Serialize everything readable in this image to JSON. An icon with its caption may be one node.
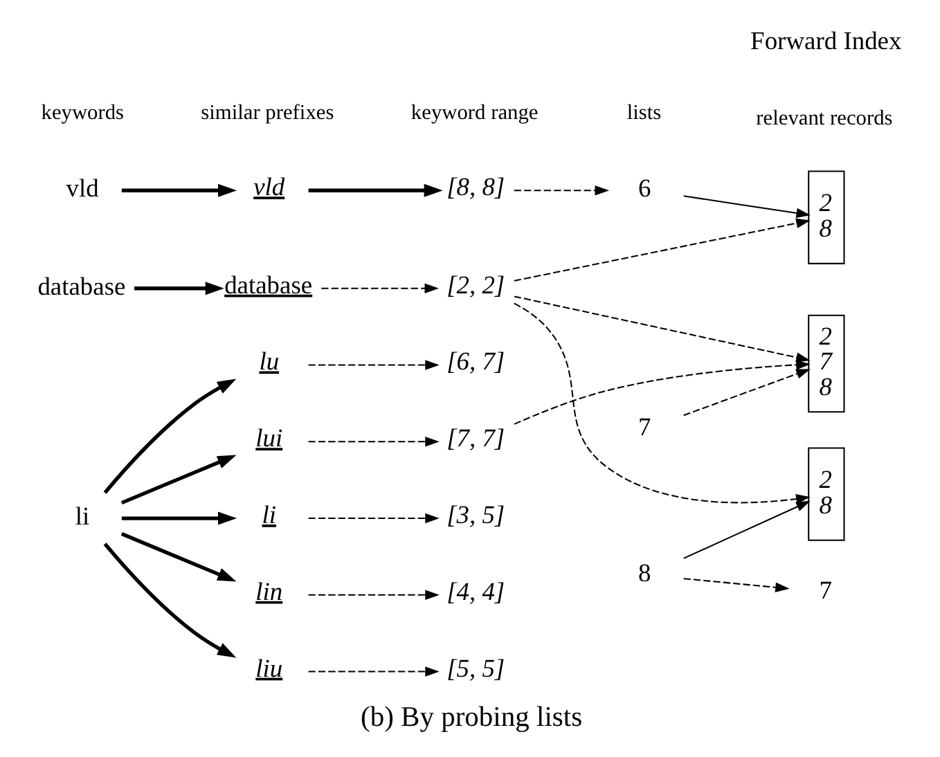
{
  "diagram": {
    "caption": "(b) By probing lists",
    "nodes": [
      {
        "text": [
          "vld"
        ]
      },
      {
        "text": [
          "vld"
        ]
      },
      {
        "text": [
          "[8, 8]"
        ]
      },
      {
        "text": [
          "6"
        ]
      },
      {
        "text": [
          "7"
        ]
      },
      {
        "text": [
          "8"
        ]
      },
      {
        "text": [
          "7"
        ]
      },
      {
        "text": [
          "database"
        ]
      },
      {
        "text": [
          "database"
        ]
      },
      {
        "text": [
          "[2, 2]"
        ]
      },
      {
        "text": [
          "2",
          "8"
        ]
      },
      {
        "text": [
          "2",
          "7",
          "8"
        ]
      },
      {
        "text": [
          "2",
          "8"
        ]
      },
      {
        "text": [
          "li"
        ]
      },
      {
        "text": [
          "li"
        ]
      },
      {
        "text": [
          "lin"
        ]
      },
      {
        "text": [
          "liu"
        ]
      },
      {
        "text": [
          "lui"
        ]
      },
      {
        "text": [
          "lu"
        ]
      },
      {
        "text": [
          "[3, 5]"
        ]
      },
      {
        "text": [
          "[4, 4]"
        ]
      },
      {
        "text": [
          "[5, 5]"
        ]
      },
      {
        "text": [
          "[7, 7]"
        ]
      },
      {
        "text": [
          "[6, 7]"
        ]
      }
    ],
    "edges": [
      {
        "from": 0,
        "to": 1,
        "arrow": "to",
        "style": "thick"
      },
      {
        "from": 1,
        "to": 2,
        "arrow": "to",
        "style": "thick"
      },
      {
        "from": 2,
        "to": 3,
        "arrow": "to",
        "style": "dashed"
      },
      {
        "from": 5,
        "to": 6,
        "arrow": "to",
        "style": "dashed"
      },
      {
        "from": 3,
        "to": 10,
        "arrow": "to"
      },
      {
        "from": 4,
        "to": 11,
        "arrow": "to",
        "style": "dashed"
      },
      {
        "from": 5,
        "to": 12,
        "arrow": "to"
      },
      {
        "from": 7,
        "to": 8,
        "arrow": "to",
        "style": "thick"
      },
      {
        "from": 8,
        "to": 9,
        "arrow": "to",
        "style": "dashed"
      },
      {
        "from": 9,
        "to": 10,
        "arrow": "to",
        "style": "dashed"
      },
      {
        "from": 9,
        "to": 11,
        "arrow": "to",
        "style": "dashed"
      },
      {
        "from": 9,
        "to": 12,
        "arrow": "to",
        "style": "dashed"
      },
      {
        "from": 13,
        "to": 14,
        "arrow": "to",
        "style": "thick"
      },
      {
        "from": 13,
        "to": 15,
        "arrow": "to",
        "style": "thick"
      },
      {
        "from": 13,
        "to": 16,
        "arrow": "to",
        "style": "thick"
      },
      {
        "from": 13,
        "to": 17,
        "arrow": "to",
        "style": "thick"
      },
      {
        "from": 13,
        "to": 18,
        "arrow": "to",
        "style": "thick"
      },
      {
        "from": 14,
        "to": 19,
        "arrow": "to",
        "style": "dashed"
      },
      {
        "from": 15,
        "to": 20,
        "arrow": "to",
        "style": "dashed"
      },
      {
        "from": 16,
        "to": 21,
        "arrow": "to",
        "style": "dashed"
      },
      {
        "from": 17,
        "to": 22,
        "arrow": "to",
        "style": "dashed"
      },
      {
        "from": 18,
        "to": 23,
        "arrow": "to",
        "style": "dashed"
      },
      {
        "from": 22,
        "to": 11,
        "arrow": "to",
        "style": "dashed"
      }
    ],
    "labels": [
      "keywords",
      "similar prefixes",
      "keyword range",
      "lists",
      "relevant records",
      "Forward Index"
    ]
  }
}
